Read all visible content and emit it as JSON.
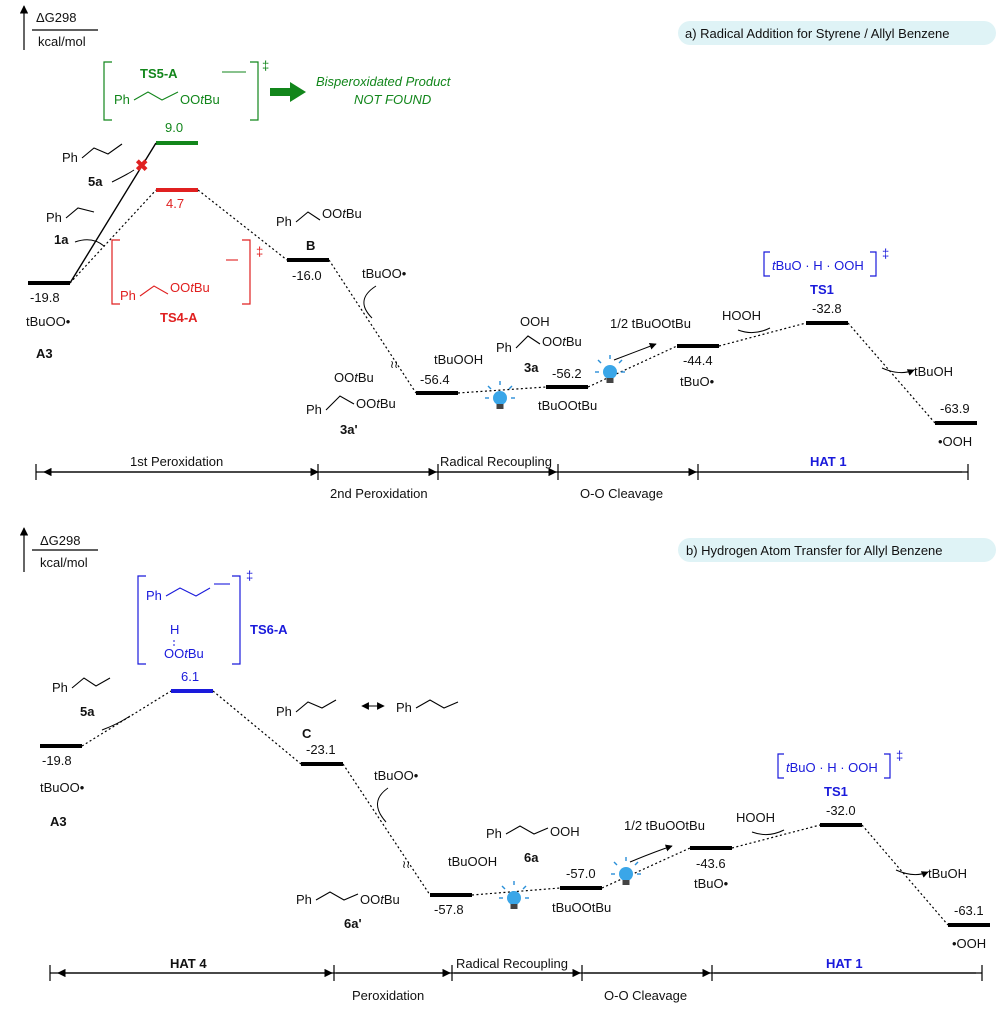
{
  "panel_a": {
    "title": "a) Radical Addition for Styrene / Allyl Benzene",
    "axis_label": "ΔG298",
    "axis_unit": "kcal/mol",
    "energies": {
      "A3": "-19.8",
      "TS5A": "9.0",
      "TS4A": "4.7",
      "B": "-16.0",
      "P3a_prime": "-56.4",
      "P3a": "-56.2",
      "cleave": "-44.4",
      "TS1": "-32.8",
      "final": "-63.9"
    },
    "labels": {
      "A3": "A3",
      "tBuOO_start": "tBuOO•",
      "TS5A": "TS5-A",
      "TS4A": "TS4-A",
      "B": "B",
      "TS1": "TS1",
      "m1a": "1a",
      "m5a": "5a",
      "m3a": "3a",
      "m3a_prime": "3a'",
      "bisperox_1": "Bisperoxidated Product",
      "bisperox_2": "NOT FOUND",
      "tBuOO_add": "tBuOO•",
      "tBuOOH": "tBuOOH",
      "tBuOOtBu": "tBuOOtBu",
      "half_tBuOOtBu": "1/2 tBuOOtBu",
      "tBuO": "tBuO•",
      "HOOH": "HOOH",
      "tBuOH": "tBuOH",
      "OOH": "•OOH"
    },
    "stages": [
      "1st Peroxidation",
      "2nd Peroxidation",
      "Radical Recoupling",
      "O-O Cleavage",
      "HAT 1"
    ]
  },
  "panel_b": {
    "title": "b) Hydrogen Atom Transfer for Allyl Benzene",
    "axis_label": "ΔG298",
    "axis_unit": "kcal/mol",
    "energies": {
      "A3": "-19.8",
      "TS6A": "6.1",
      "C": "-23.1",
      "P6a_prime": "-57.8",
      "P6a": "-57.0",
      "cleave": "-43.6",
      "TS1": "-32.0",
      "final": "-63.1"
    },
    "labels": {
      "A3": "A3",
      "tBuOO_start": "tBuOO•",
      "TS6A": "TS6-A",
      "C": "C",
      "TS1": "TS1",
      "m5a": "5a",
      "m6a": "6a",
      "m6a_prime": "6a'",
      "tBuOO_add": "tBuOO•",
      "tBuOOH": "tBuOOH",
      "tBuOOtBu": "tBuOOtBu",
      "half_tBuOOtBu": "1/2 tBuOOtBu",
      "tBuO": "tBuO•",
      "HOOH": "HOOH",
      "tBuOH": "tBuOH",
      "OOH": "•OOH"
    },
    "stages": [
      "HAT 4",
      "Peroxidation",
      "Radical Recoupling",
      "O-O Cleavage",
      "HAT 1"
    ]
  }
}
